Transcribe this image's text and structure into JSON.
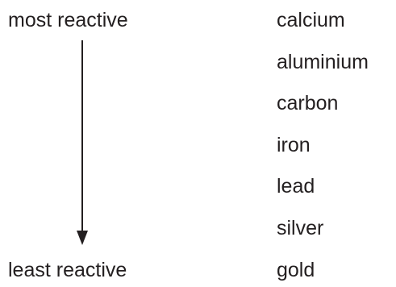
{
  "scale": {
    "top_label": "most reactive",
    "bottom_label": "least reactive",
    "arrow_color": "#231f20"
  },
  "series": [
    {
      "name": "calcium"
    },
    {
      "name": "aluminium"
    },
    {
      "name": "carbon"
    },
    {
      "name": "iron"
    },
    {
      "name": "lead"
    },
    {
      "name": "silver"
    },
    {
      "name": "gold"
    }
  ]
}
